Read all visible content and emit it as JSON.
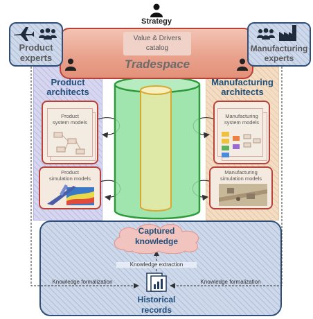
{
  "strategy": {
    "label": "Strategy"
  },
  "tradespace": {
    "catalog_line1": "Value & Drivers",
    "catalog_line2": "catalog",
    "title": "Tradespace"
  },
  "product_experts": {
    "line1": "Product",
    "line2": "experts"
  },
  "manufacturing_experts": {
    "line1": "Manufacturing",
    "line2": "experts"
  },
  "product_architects": {
    "line1": "Product",
    "line2": "architects"
  },
  "manufacturing_architects": {
    "line1": "Manufacturing",
    "line2": "architects"
  },
  "product_system_models": {
    "line1": "Product",
    "line2": "system models"
  },
  "product_simulation_models": {
    "line1": "Product",
    "line2": "simulation models"
  },
  "manufacturing_system_models": {
    "line1": "Manufacturing",
    "line2": "system models"
  },
  "manufacturing_simulation_models": {
    "line1": "Manufacturing",
    "line2": "simulation models"
  },
  "captured_knowledge": {
    "line1": "Captured",
    "line2": "knowledge"
  },
  "knowledge_extraction": {
    "label": "Knowledge  extraction"
  },
  "knowledge_formalization_left": {
    "label": "Knowledge formalization"
  },
  "knowledge_formalization_right": {
    "label": "Knowledge formalization"
  },
  "historical_records": {
    "line1": "Historical",
    "line2": "records"
  },
  "colors": {
    "product_column": "#d6d6f0",
    "manufacturing_column": "#f5ddc4",
    "tradespace_fill": "#e8a08a",
    "tradespace_border": "#b8423a",
    "cylinder_fill": "#8fe0a0",
    "cylinder_border": "#2e9a3c",
    "inner_cylinder_fill": "#f3e9a6",
    "inner_cylinder_border": "#d8a832",
    "experts_fill": "#cdd8ea",
    "experts_border": "#2f4f78",
    "knowledge_cloud": "#f2c4c0",
    "title_text": "#1f4e79"
  }
}
